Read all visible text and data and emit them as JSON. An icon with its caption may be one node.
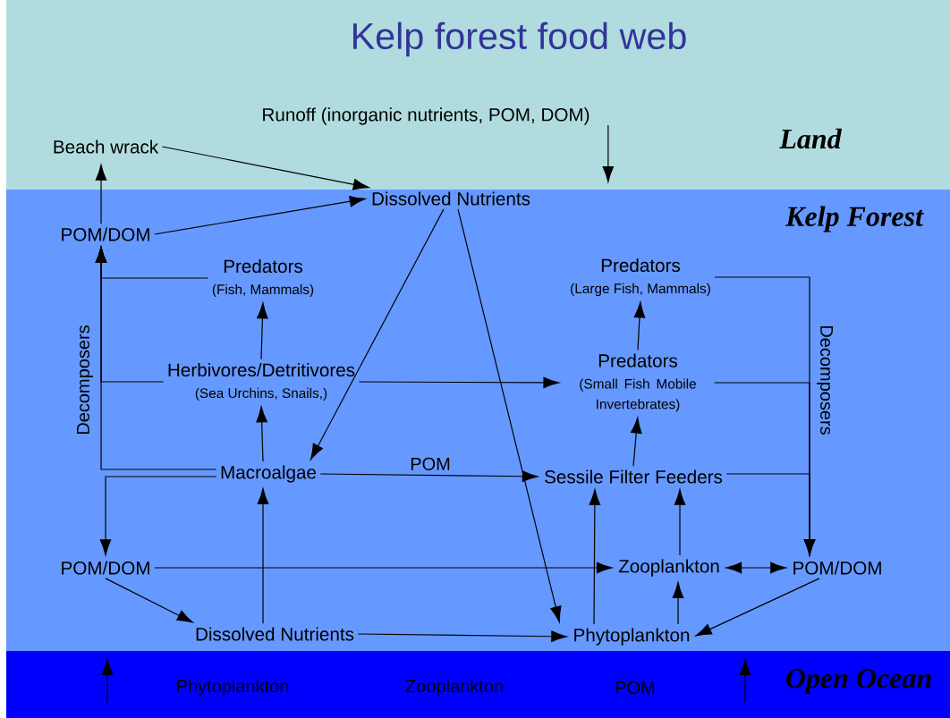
{
  "diagram": {
    "title": "Kelp forest food web",
    "nodes": [
      {
        "text": [
          "Runoff (inorganic nutrients, POM, DOM)"
        ]
      },
      {
        "text": [
          "Beach wrack"
        ]
      },
      {
        "text": [
          "Dissolved Nutrients"
        ]
      },
      {
        "text": [
          "POM/DOM"
        ]
      },
      {
        "text": [
          "Predators",
          "(Fish, Mammals)"
        ]
      },
      {
        "text": [
          "Herbivores/Detritivores",
          "(Sea Urchins, Snails,)"
        ]
      },
      {
        "text": [
          "Macroalgae"
        ]
      },
      {
        "text": [
          "Predators",
          "(Large Fish, Mammals)"
        ]
      },
      {
        "text": [
          "Predators",
          "(Small Fish Mobile Invertebrates)"
        ]
      },
      {
        "text": [
          "Sessile Filter Feeders"
        ]
      },
      {
        "text": [
          "POM/DOM"
        ]
      },
      {
        "text": [
          "Dissolved Nutrients"
        ]
      },
      {
        "text": [
          "Zooplankton"
        ]
      },
      {
        "text": [
          "POM/DOM"
        ]
      },
      {
        "text": [
          "Phytoplankton"
        ]
      }
    ],
    "edges": [
      {
        "from": 0,
        "to": null,
        "arrow": "to"
      },
      {
        "from": 1,
        "to": 2,
        "arrow": "to"
      },
      {
        "from": 3,
        "to": 1,
        "arrow": "to"
      },
      {
        "from": 3,
        "to": 2,
        "arrow": "to"
      },
      {
        "from": 2,
        "to": 6,
        "arrow": "to"
      },
      {
        "from": 2,
        "to": 14,
        "arrow": "to"
      },
      {
        "from": 5,
        "to": 4,
        "arrow": "to"
      },
      {
        "from": 6,
        "to": 5,
        "arrow": "to"
      },
      {
        "from": 4,
        "to": 3,
        "arrow": "to"
      },
      {
        "from": 5,
        "to": 3,
        "arrow": "to"
      },
      {
        "from": 6,
        "to": 3,
        "arrow": "to"
      },
      {
        "from": 6,
        "to": 10,
        "arrow": "to"
      },
      {
        "from": 5,
        "to": 8,
        "arrow": "to"
      },
      {
        "from": 8,
        "to": 7,
        "arrow": "to"
      },
      {
        "from": 9,
        "to": 8,
        "arrow": "to"
      },
      {
        "from": 6,
        "to": 9,
        "arrow": "to",
        "label": "POM"
      },
      {
        "from": 7,
        "to": 13,
        "arrow": "to"
      },
      {
        "from": 8,
        "to": 13,
        "arrow": "to"
      },
      {
        "from": 9,
        "to": 13,
        "arrow": "to"
      },
      {
        "from": 10,
        "to": 12,
        "arrow": "to"
      },
      {
        "from": 10,
        "to": 11,
        "arrow": "to"
      },
      {
        "from": 11,
        "to": 6,
        "arrow": "to"
      },
      {
        "from": 11,
        "to": 14,
        "arrow": "to"
      },
      {
        "from": 14,
        "to": 9,
        "arrow": "to"
      },
      {
        "from": 14,
        "to": 12,
        "arrow": "to"
      },
      {
        "from": 12,
        "to": 9,
        "arrow": "to"
      },
      {
        "from": 12,
        "to": 13,
        "arrow": "both"
      },
      {
        "from": 13,
        "to": 14,
        "arrow": "to"
      }
    ],
    "labels": [
      "Land",
      "Kelp Forest",
      "Decomposers",
      "Decomposers",
      "Phytoplankton",
      "Zooplankton",
      "POM",
      "Open Ocean"
    ]
  }
}
